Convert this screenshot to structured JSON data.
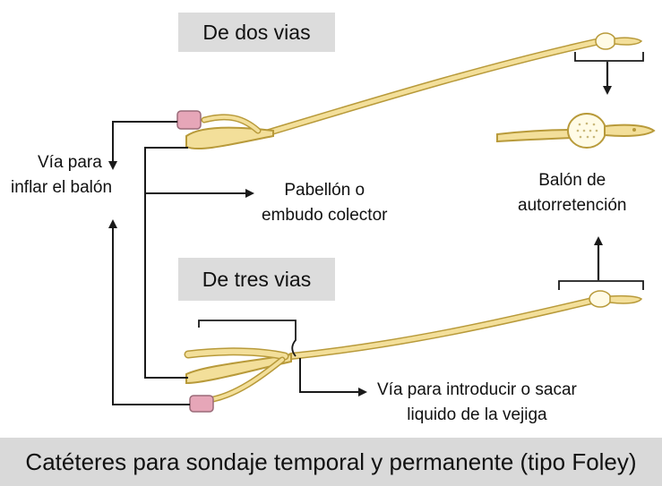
{
  "tags": {
    "two_way": "De dos vias",
    "three_way": "De tres vias"
  },
  "labels": {
    "inflate_port": [
      "Vía para",
      "inflar el balón"
    ],
    "collector": [
      "Pabellón o",
      "embudo colector"
    ],
    "balloon": [
      "Balón de",
      "autorretención"
    ],
    "irrigation": [
      "Vía para introducir o sacar",
      "liquido de la vejiga"
    ]
  },
  "caption": "Catéteres para sondaje temporal y permanente (tipo Foley)",
  "colors": {
    "catheter_fill": "#f3df9a",
    "catheter_stroke": "#b89a3a",
    "valve_fill": "#e6a6b8",
    "tag_bg": "#dcdcdc",
    "line": "#1a1a1a"
  }
}
